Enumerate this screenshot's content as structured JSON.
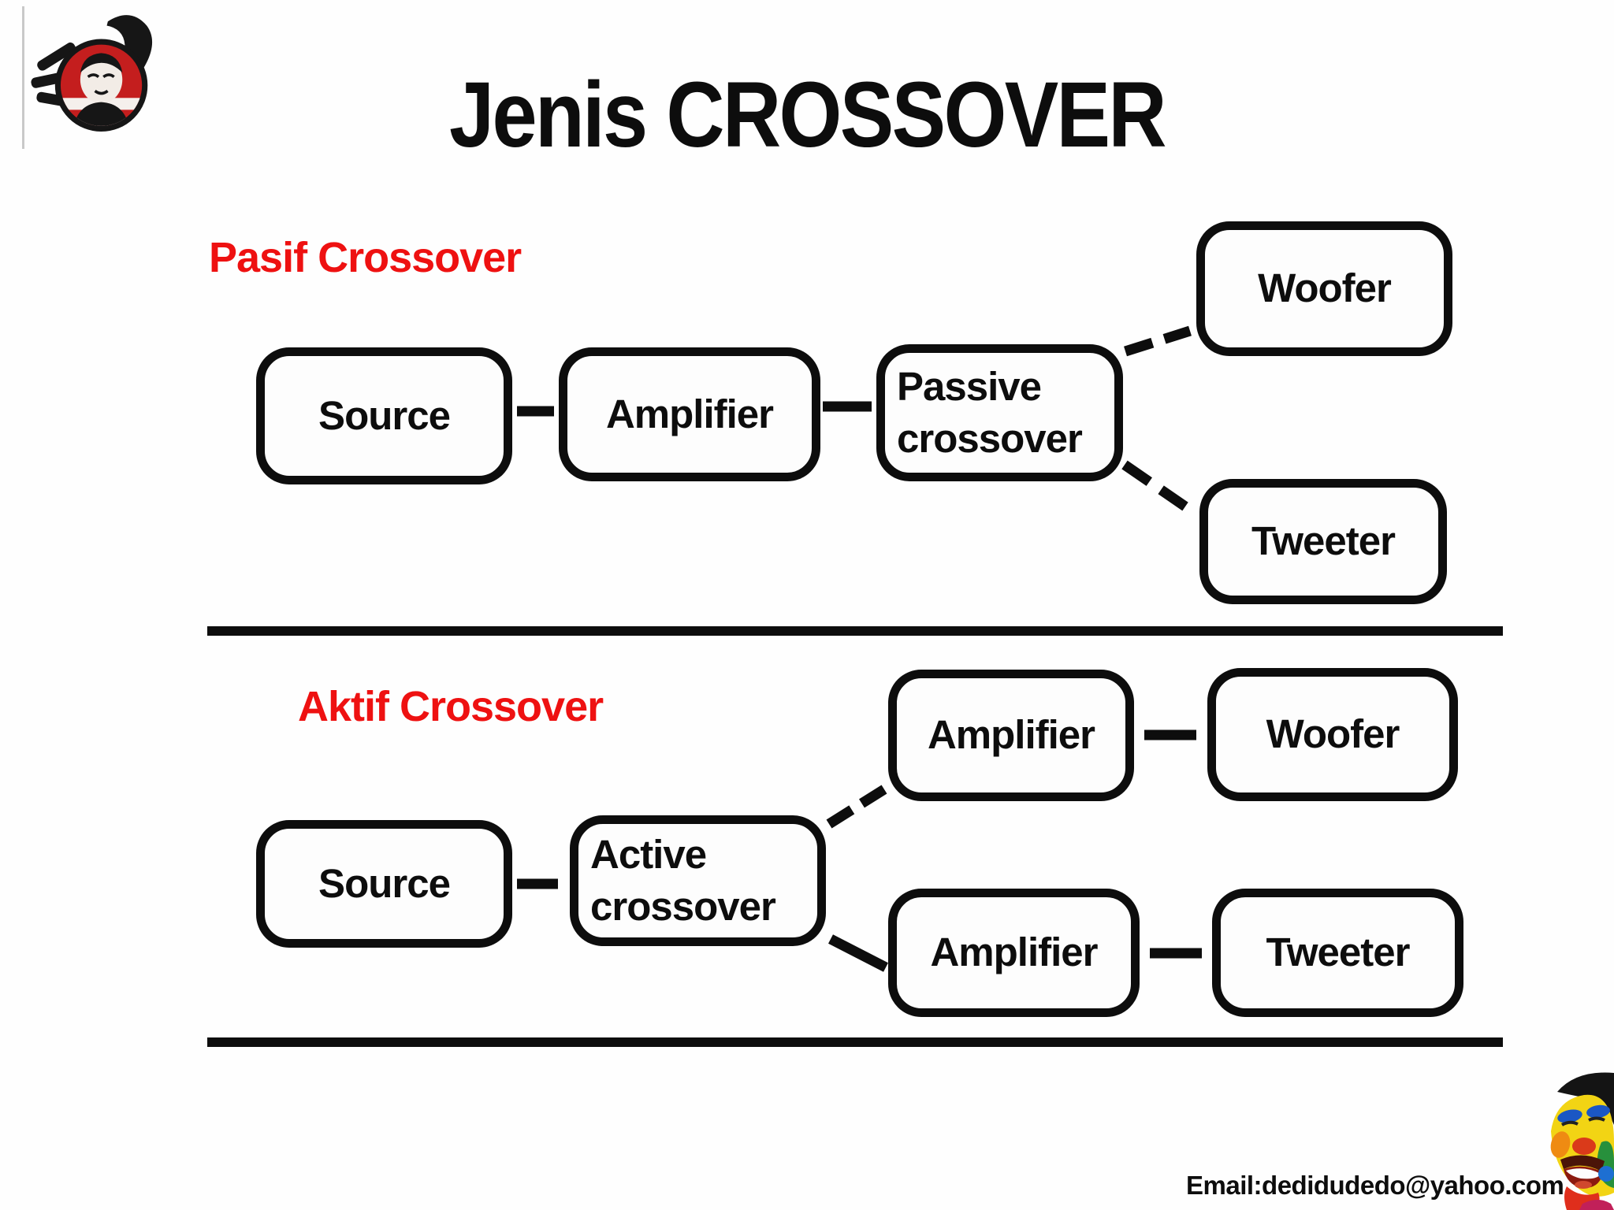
{
  "slide": {
    "title": "Jenis CROSSOVER",
    "email": "Email:dedidudedo@yahoo.com"
  },
  "colors": {
    "heading_red": "#ee1111",
    "ink": "#0d0d0d",
    "background": "#fefefe"
  },
  "pasif": {
    "heading": "Pasif Crossover",
    "nodes": {
      "source": "Source",
      "amplifier": "Amplifier",
      "crossover": "Passive crossover",
      "woofer": "Woofer",
      "tweeter": "Tweeter"
    }
  },
  "aktif": {
    "heading": "Aktif Crossover",
    "nodes": {
      "source": "Source",
      "crossover": "Active crossover",
      "amplifier_woofer": "Amplifier",
      "woofer": "Woofer",
      "amplifier_tweeter": "Amplifier",
      "tweeter": "Tweeter"
    }
  },
  "icons": {
    "logo": "broadcaster-thumbs-up-logo",
    "face": "pop-art-smiling-face"
  }
}
